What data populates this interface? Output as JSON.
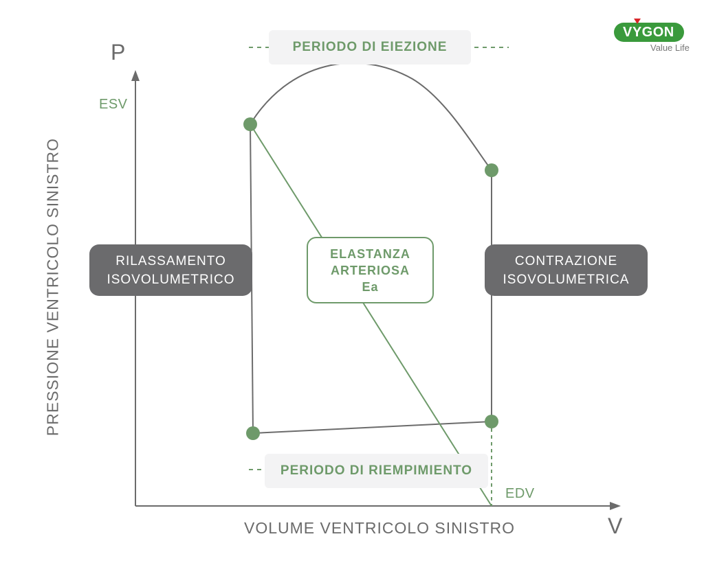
{
  "logo": {
    "brand": "VYGON",
    "tagline": "Value Life",
    "brand_color": "#3a9a3c",
    "accent_color": "#d9262a",
    "icon": "vygon-logo-icon"
  },
  "axes": {
    "y_letter": "P",
    "x_letter": "V",
    "y_title": "PRESSIONE VENTRICOLO SINISTRO",
    "x_title": "VOLUME VENTRICOLO SINISTRO",
    "esv_label": "ESV",
    "edv_label": "EDV"
  },
  "phases": {
    "ejection": "PERIODO DI EIEZIONE",
    "filling": "PERIODO DI RIEMPIMIENTO"
  },
  "boxes": {
    "relaxation": [
      "RILASSAMENTO",
      "ISOVOLUMETRICO"
    ],
    "contraction": [
      "CONTRAZIONE",
      "ISOVOLUMETRICA"
    ],
    "elastance": [
      "ELASTANZA",
      "ARTERIOSA",
      "Ea"
    ]
  },
  "colors": {
    "green": "#6e9a6a",
    "dark_gray": "#6b6b6d",
    "line_gray": "#777777",
    "phase_bg": "#f3f3f4"
  }
}
